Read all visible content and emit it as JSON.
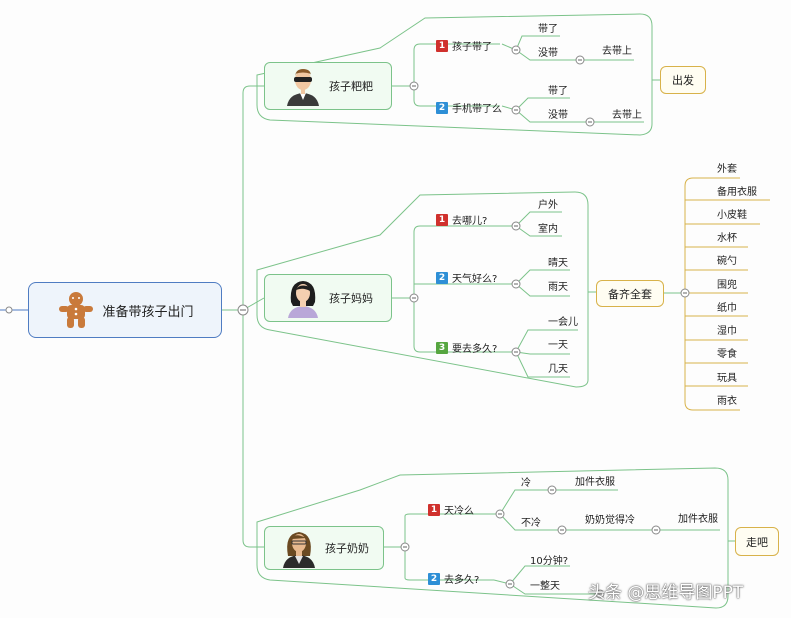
{
  "colors": {
    "line": "#7cc38a",
    "root_border": "#4f7cc2",
    "summary_border": "#d8b24a",
    "badge1": "#d0312d",
    "badge2": "#2e8fd6",
    "badge3": "#56a640"
  },
  "root": {
    "label": "准备带孩子出门",
    "icon": "gingerbread-icon"
  },
  "dad": {
    "label": "孩子粑粑",
    "icon": "man-sunglasses-avatar-icon",
    "q1": {
      "num": "1",
      "label": "孩子带了",
      "yes": "带了",
      "no": "没带",
      "action": "去带上"
    },
    "q2": {
      "num": "2",
      "label": "手机带了么",
      "yes": "带了",
      "no": "没带",
      "action": "去带上"
    },
    "summary": "出发"
  },
  "mom": {
    "label": "孩子妈妈",
    "icon": "woman-avatar-icon",
    "q1": {
      "num": "1",
      "label": "去哪儿?",
      "opts": [
        "户外",
        "室内"
      ]
    },
    "q2": {
      "num": "2",
      "label": "天气好么?",
      "opts": [
        "晴天",
        "雨天"
      ]
    },
    "q3": {
      "num": "3",
      "label": "要去多久?",
      "opts": [
        "一会儿",
        "一天",
        "几天"
      ]
    },
    "summary": "备齐全套",
    "items": [
      "外套",
      "备用衣服",
      "小皮鞋",
      "水杯",
      "碗勺",
      "围兜",
      "纸巾",
      "湿巾",
      "零食",
      "玩具",
      "雨衣"
    ]
  },
  "grandma": {
    "label": "孩子奶奶",
    "icon": "grandma-avatar-icon",
    "q1": {
      "num": "1",
      "label": "天冷么",
      "cold": "冷",
      "cold_action": "加件衣服",
      "notcold": "不冷",
      "feel": "奶奶觉得冷",
      "feel_action": "加件衣服"
    },
    "q2": {
      "num": "2",
      "label": "去多久?",
      "opts": [
        "10分钟?",
        "一整天"
      ]
    },
    "summary": "走吧"
  },
  "watermark": "头条 @思维导图PPT"
}
